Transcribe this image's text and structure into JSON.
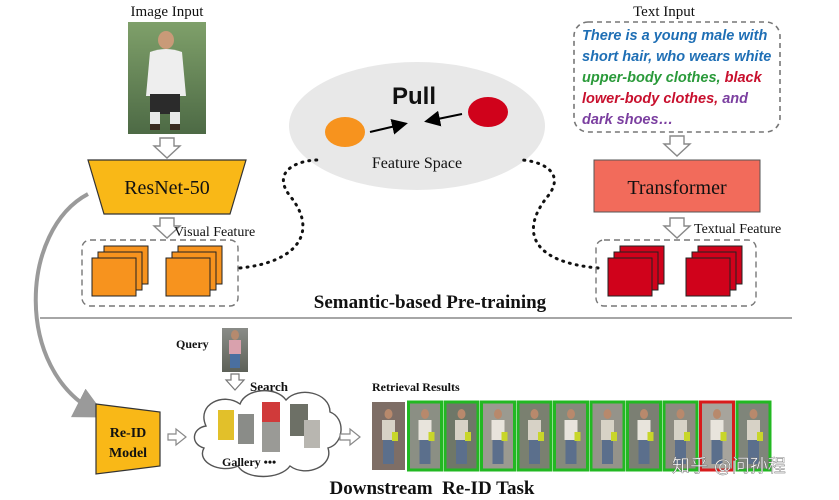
{
  "colors": {
    "orange_feature": "#f7931e",
    "resnet_fill": "#f9b817",
    "transformer_fill": "#f26b5b",
    "red_feature": "#d0021b",
    "match_green": "#22b822",
    "mismatch_red": "#d81b1b",
    "text_blue": "#1f6fb5",
    "text_green": "#2a9a3a",
    "text_red": "#c8102e",
    "text_purple": "#7b3fa0"
  },
  "top": {
    "image_input_label": "Image Input",
    "text_input_label": "Text Input",
    "text_input_lines": [
      [
        {
          "t": "There is a young male with",
          "c": "blue"
        }
      ],
      [
        {
          "t": "short hair, who wears white",
          "c": "blue"
        }
      ],
      [
        {
          "t": "upper-body clothes, ",
          "c": "green"
        },
        {
          "t": "black",
          "c": "red"
        }
      ],
      [
        {
          "t": "lower-body  clothes,  ",
          "c": "red"
        },
        {
          "t": "and",
          "c": "purple"
        }
      ],
      [
        {
          "t": "dark shoes…",
          "c": "purple"
        }
      ]
    ],
    "pull_label": "Pull",
    "feature_space_label": "Feature Space",
    "resnet_label": "ResNet-50",
    "transformer_label": "Transformer",
    "visual_feature_label": "Visual Feature",
    "textual_feature_label": "Textual Feature",
    "section_title": "Semantic-based Pre-training"
  },
  "bottom": {
    "query_label": "Query",
    "search_label": "Search",
    "gallery_label": "Gallery •••",
    "reid_model_line1": "Re-ID",
    "reid_model_line2": "Model",
    "retrieval_label": "Retrieval Results",
    "retrieval_results": [
      "query",
      "match",
      "match",
      "match",
      "match",
      "match",
      "match",
      "match",
      "match",
      "mismatch",
      "match"
    ],
    "section_title": "Downstream  Re-ID Task"
  },
  "watermark": "知乎 @问孙程"
}
